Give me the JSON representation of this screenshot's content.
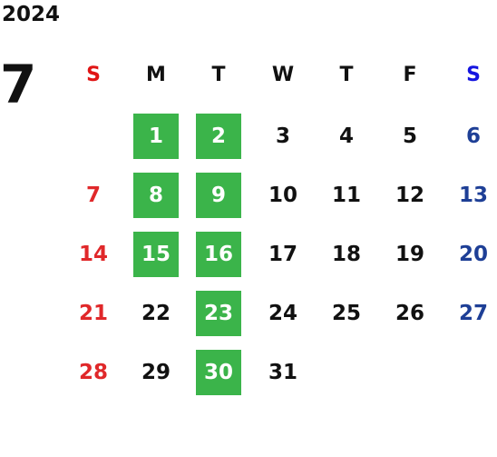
{
  "calendar": {
    "year": "2024",
    "month": "7",
    "weekday_headers": [
      "S",
      "M",
      "T",
      "W",
      "T",
      "F",
      "S"
    ],
    "first_weekday_index": 1,
    "days_in_month": 31,
    "highlighted_days": [
      1,
      2,
      8,
      9,
      15,
      16,
      23,
      30
    ],
    "colors": {
      "sunday_header": "#e01515",
      "saturday_header": "#1515e0",
      "sunday": "#e0282a",
      "saturday": "#1e3f96",
      "weekday": "#111111",
      "highlight_bg": "#3bb44a",
      "highlight_text": "#ffffff"
    }
  }
}
